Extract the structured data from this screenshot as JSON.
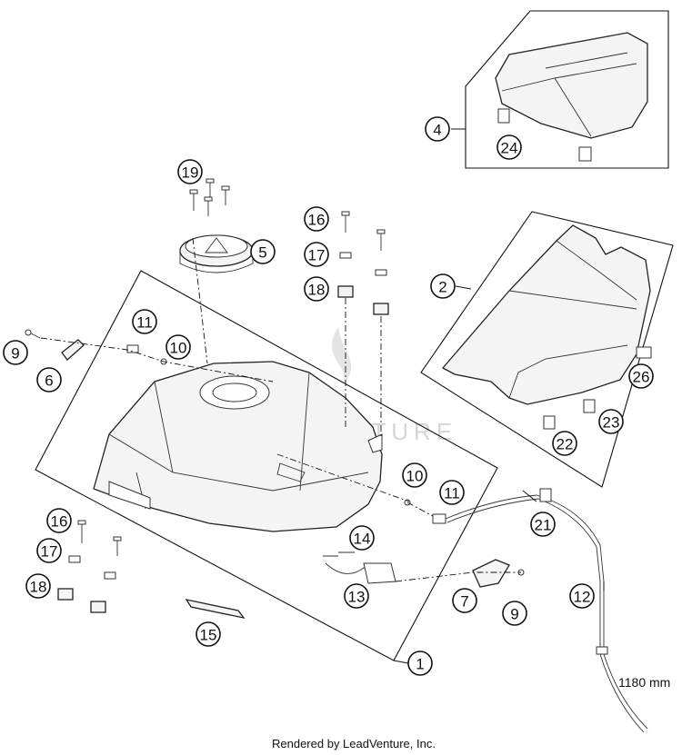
{
  "callouts": {
    "c1": "1",
    "c2": "2",
    "c4": "4",
    "c5": "5",
    "c6": "6",
    "c7": "7",
    "c9a": "9",
    "c9b": "9",
    "c10a": "10",
    "c10b": "10",
    "c11a": "11",
    "c11b": "11",
    "c12": "12",
    "c13": "13",
    "c14": "14",
    "c15": "15",
    "c16a": "16",
    "c16b": "16",
    "c17a": "17",
    "c17b": "17",
    "c18a": "18",
    "c18b": "18",
    "c19": "19",
    "c21": "21",
    "c22": "22",
    "c23": "23",
    "c24": "24",
    "c26": "26"
  },
  "hose_length": "1180 mm",
  "watermark": "LEADVENTURE",
  "footer": "Rendered by LeadVenture, Inc."
}
